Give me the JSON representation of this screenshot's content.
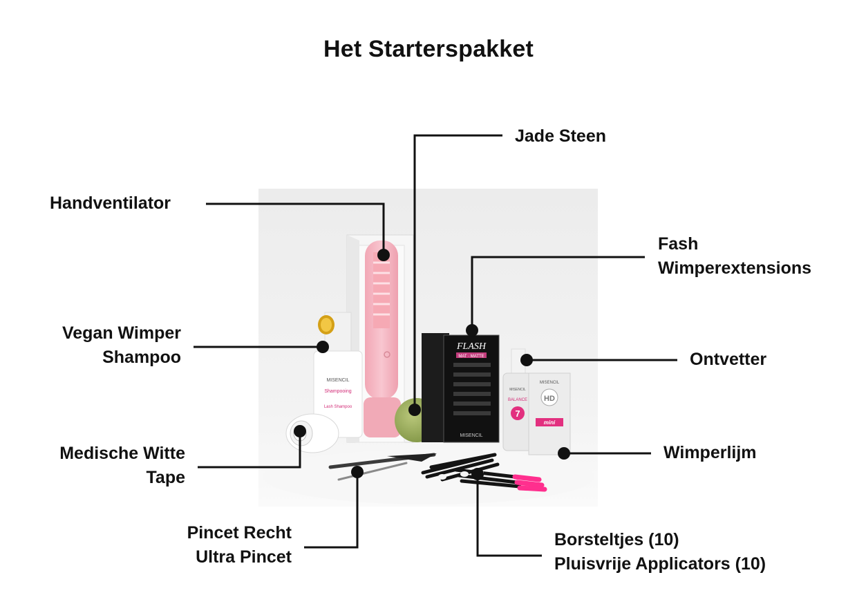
{
  "title": "Het Starterspakket",
  "labels": {
    "handventilator": [
      "Handventilator"
    ],
    "jade_steen": [
      "Jade Steen"
    ],
    "flash_extensions": [
      "Fash",
      "Wimperextensions"
    ],
    "vegan_shampoo": [
      "Vegan Wimper",
      "Shampoo"
    ],
    "ontvetter": [
      "Ontvetter"
    ],
    "medische_tape": [
      "Medische Witte",
      "Tape"
    ],
    "wimperlijm": [
      "Wimperlijm"
    ],
    "pincet": [
      "Pincet Recht",
      "Ultra Pincet"
    ],
    "borsteltjes": [
      "Borsteltjes (10)",
      "Pluisvrije Applicators (10)"
    ]
  },
  "product_text": {
    "shampoo_brand": "MISENCIL",
    "shampoo_name": "Shampooing",
    "shampoo_sub": "Lash Shampoo",
    "flash_brand": "FLASH",
    "flash_sub": "MAT · MATTE",
    "flash_footer": "MISENCIL",
    "ontvetter_brand": "MISENCIL",
    "ontvetter_name": "BALANCE",
    "ontvetter_num": "7",
    "glue_brand": "MISENCIL",
    "glue_logo": "HD",
    "glue_mini": "mini"
  }
}
